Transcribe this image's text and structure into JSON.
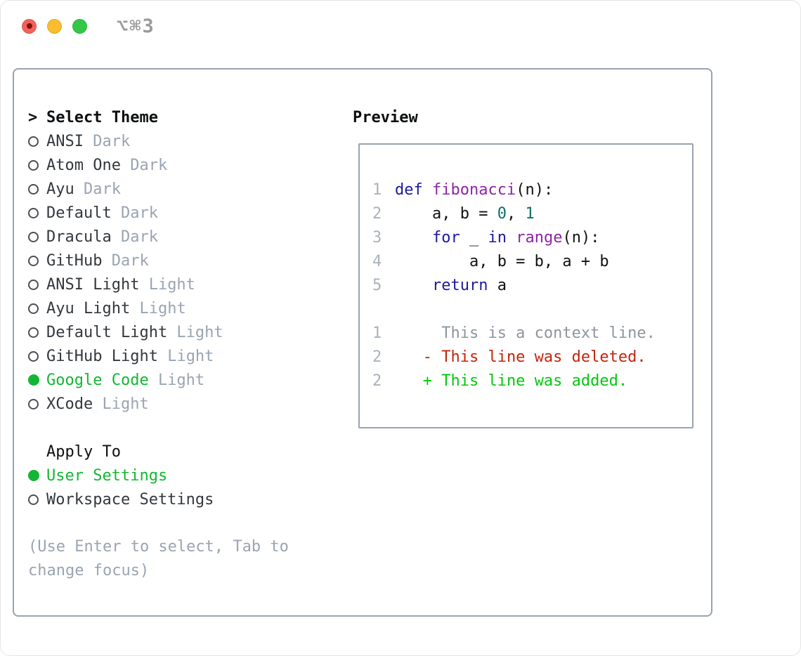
{
  "window": {
    "title": "⌥⌘3",
    "buttons": [
      "close",
      "minimize",
      "zoom"
    ]
  },
  "theme_picker": {
    "header": {
      "prefix": ">",
      "label": "Select Theme"
    },
    "themes": [
      {
        "name": "ANSI",
        "variant": "Dark",
        "selected": false
      },
      {
        "name": "Atom One",
        "variant": "Dark",
        "selected": false
      },
      {
        "name": "Ayu",
        "variant": "Dark",
        "selected": false
      },
      {
        "name": "Default",
        "variant": "Dark",
        "selected": false
      },
      {
        "name": "Dracula",
        "variant": "Dark",
        "selected": false
      },
      {
        "name": "GitHub",
        "variant": "Dark",
        "selected": false
      },
      {
        "name": "ANSI Light",
        "variant": "Light",
        "selected": false
      },
      {
        "name": "Ayu Light",
        "variant": "Light",
        "selected": false
      },
      {
        "name": "Default Light",
        "variant": "Light",
        "selected": false
      },
      {
        "name": "GitHub Light",
        "variant": "Light",
        "selected": false
      },
      {
        "name": "Google Code",
        "variant": "Light",
        "selected": true
      },
      {
        "name": "XCode",
        "variant": "Light",
        "selected": false
      }
    ],
    "apply_to": {
      "label": "Apply To",
      "options": [
        {
          "name": "User Settings",
          "selected": true
        },
        {
          "name": "Workspace Settings",
          "selected": false
        }
      ]
    },
    "hint": "(Use Enter to select, Tab to change focus)"
  },
  "preview": {
    "label": "Preview",
    "lines": [
      {
        "num": "1",
        "tokens": [
          [
            "kw",
            "def"
          ],
          [
            "pl",
            " "
          ],
          [
            "fn",
            "fibonacci"
          ],
          [
            "pl",
            "(n):"
          ]
        ]
      },
      {
        "num": "2",
        "tokens": [
          [
            "pl",
            "    a, b = "
          ],
          [
            "lit",
            "0"
          ],
          [
            "pl",
            ", "
          ],
          [
            "lit",
            "1"
          ]
        ]
      },
      {
        "num": "3",
        "tokens": [
          [
            "pl",
            "    "
          ],
          [
            "kw",
            "for"
          ],
          [
            "pl",
            " _ "
          ],
          [
            "kw",
            "in"
          ],
          [
            "pl",
            " "
          ],
          [
            "fn",
            "range"
          ],
          [
            "pl",
            "(n):"
          ]
        ]
      },
      {
        "num": "4",
        "tokens": [
          [
            "pl",
            "        a, b = b, a + b"
          ]
        ]
      },
      {
        "num": "5",
        "tokens": [
          [
            "pl",
            "    "
          ],
          [
            "kw",
            "return"
          ],
          [
            "pl",
            " a"
          ]
        ]
      },
      {
        "num": "",
        "tokens": []
      },
      {
        "num": "1",
        "tokens": [
          [
            "ctx",
            "     This is a context line."
          ]
        ]
      },
      {
        "num": "2",
        "tokens": [
          [
            "del",
            "   - This line was deleted."
          ]
        ]
      },
      {
        "num": "2",
        "tokens": [
          [
            "add",
            "   + This line was added."
          ]
        ]
      }
    ]
  },
  "colors": {
    "accent_green": "#13b733",
    "added_green": "#04c70f",
    "deleted_red": "#c3250e",
    "keyword_blue": "#1a1a9e",
    "function_purple": "#8e24a8",
    "literal_teal": "#0b6e6e",
    "line_number_gray": "#a9b2bd",
    "context_gray": "#8e959e",
    "muted_gray": "#9aa4b2",
    "border_gray": "#9aa3ae",
    "traffic_red": "#f4605a",
    "traffic_yellow": "#f9bd2f",
    "traffic_green": "#33c748"
  }
}
